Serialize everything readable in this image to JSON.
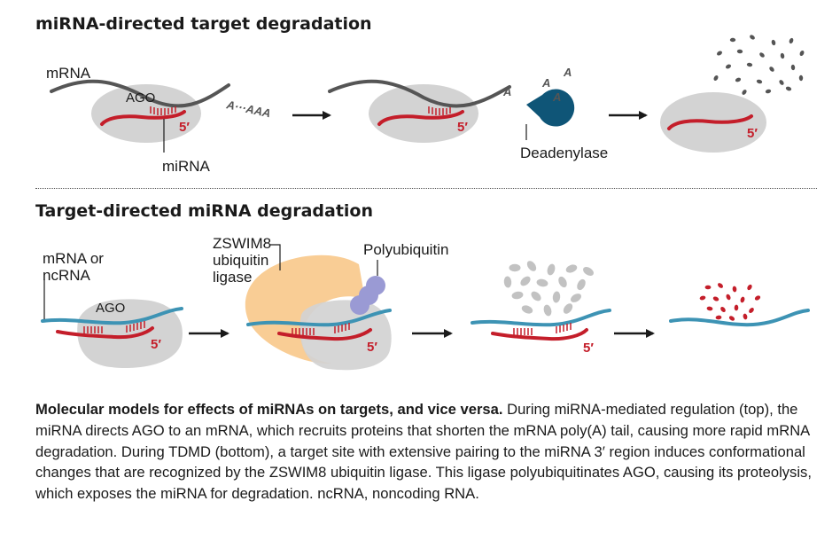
{
  "top": {
    "title": "miRNA-directed target degradation",
    "labels": {
      "mrna": "mRNA",
      "ago": "AGO",
      "mirna": "miRNA",
      "five_prime": "5′",
      "a": "A",
      "tail": "A···AAA",
      "deadenylase": "Deadenylase"
    }
  },
  "bottom": {
    "title": "Target-directed miRNA degradation",
    "labels": {
      "mrna_or": "mRNA or",
      "ncrna": "ncRNA",
      "ago": "AGO",
      "zswim8": "ZSWIM8",
      "ubiquitin": "ubiquitin",
      "ligase": "ligase",
      "polyubiquitin": "Polyubiquitin",
      "five_prime": "5′"
    }
  },
  "caption": {
    "bold": "Molecular models for effects of miRNAs on targets, and vice versa.",
    "text": " During miRNA-mediated regulation (top), the miRNA directs AGO to an mRNA, which recruits proteins that shorten the mRNA poly(A) tail, causing more rapid mRNA degradation. During TDMD (bottom), a target site with extensive pairing to the miRNA 3′ region induces conformational changes that are recognized by the ZSWIM8 ubiquitin ligase. This ligase polyubiquitinates AGO, causing its proteolysis, which exposes the miRNA for degradation. ncRNA, noncoding RNA."
  },
  "colors": {
    "mirna": "#c41e2a",
    "mrna_top": "#555555",
    "rna_bottom": "#3d93b4",
    "ago": "#d3d3d3",
    "deadenylase": "#0f5577",
    "ligase": "#f8c98c",
    "ubiquitin": "#9a9ad4",
    "fragments_gray": "#c2c2c2",
    "fragments_red": "#c41e2a"
  }
}
